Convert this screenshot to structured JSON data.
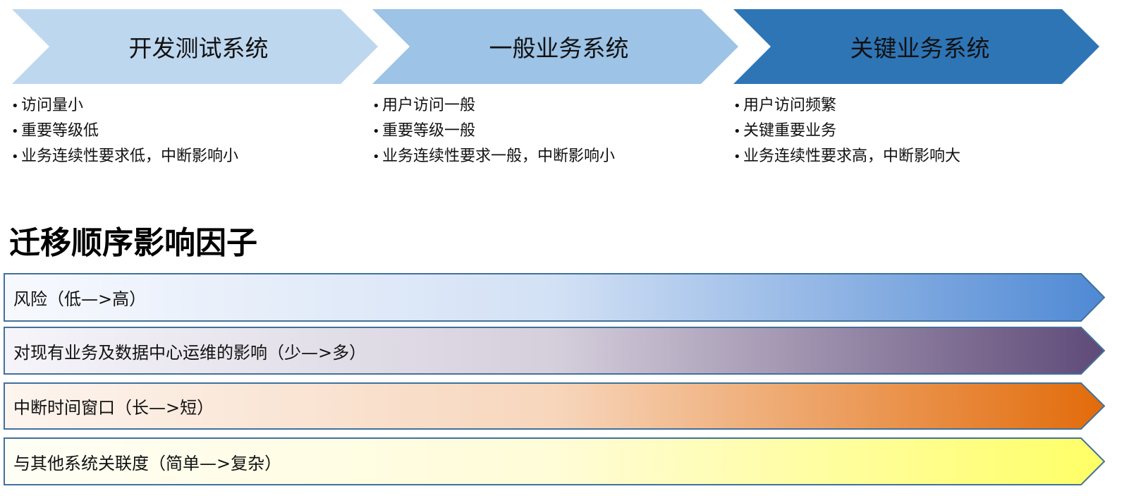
{
  "stages": [
    {
      "title": "开发测试系统",
      "fill": "#bdd7ee",
      "bullets": [
        "访问量小",
        "重要等级低",
        "业务连续性要求低，中断影响小"
      ]
    },
    {
      "title": "一般业务系统",
      "fill": "#9dc3e6",
      "bullets": [
        "用户访问一般",
        "重要等级一般",
        "业务连续性要求一般，中断影响小"
      ]
    },
    {
      "title": "关键业务系统",
      "fill": "#2e75b6",
      "bullets": [
        "用户访问频繁",
        "关键重要业务",
        "业务连续性要求高，中断影响大"
      ]
    }
  ],
  "bullet_glyph": "•",
  "factors": {
    "heading": "迁移顺序影响因子",
    "items": [
      {
        "label": "风险（低—>高）",
        "color_start": "#f7f9fe",
        "color_end": "#4f89d4"
      },
      {
        "label": "对现有业务及数据中心运维的影响（少—>多）",
        "color_start": "#f6f5fa",
        "color_end": "#5f4a78"
      },
      {
        "label": "中断时间窗口（长—>短）",
        "color_start": "#fdf5ef",
        "color_end": "#e26b0a"
      },
      {
        "label": "与其他系统关联度（简单—>复杂）",
        "color_start": "#fffef5",
        "color_end": "#ffff66"
      }
    ],
    "border_color": "#41719c"
  }
}
